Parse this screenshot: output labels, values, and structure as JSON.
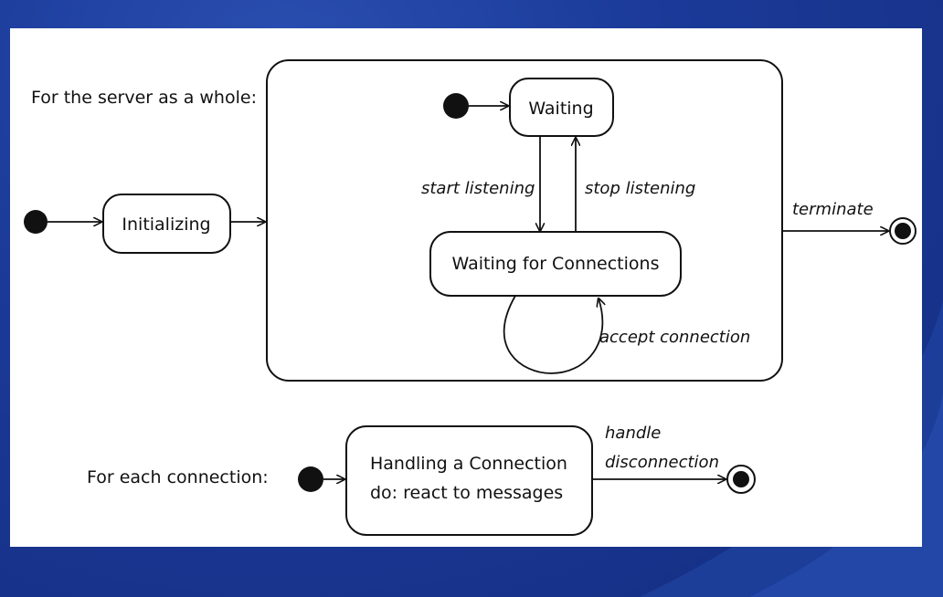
{
  "diagram": {
    "server_caption": "For the server as a whole:",
    "connection_caption": "For each connection:",
    "states": {
      "initializing": "Initializing",
      "waiting": "Waiting",
      "waiting_for_connections": "Waiting for Connections",
      "handling_line1": "Handling a Connection",
      "handling_line2": "do:  react to messages"
    },
    "transitions": {
      "start_listening": "start listening",
      "stop_listening": "stop listening",
      "accept_connection": "accept connection",
      "terminate": "terminate",
      "handle_line1": "handle",
      "handle_line2": "disconnection"
    }
  },
  "colors": {
    "slide_background": "#1a3a96",
    "panel": "#ffffff",
    "ink": "#111111"
  }
}
